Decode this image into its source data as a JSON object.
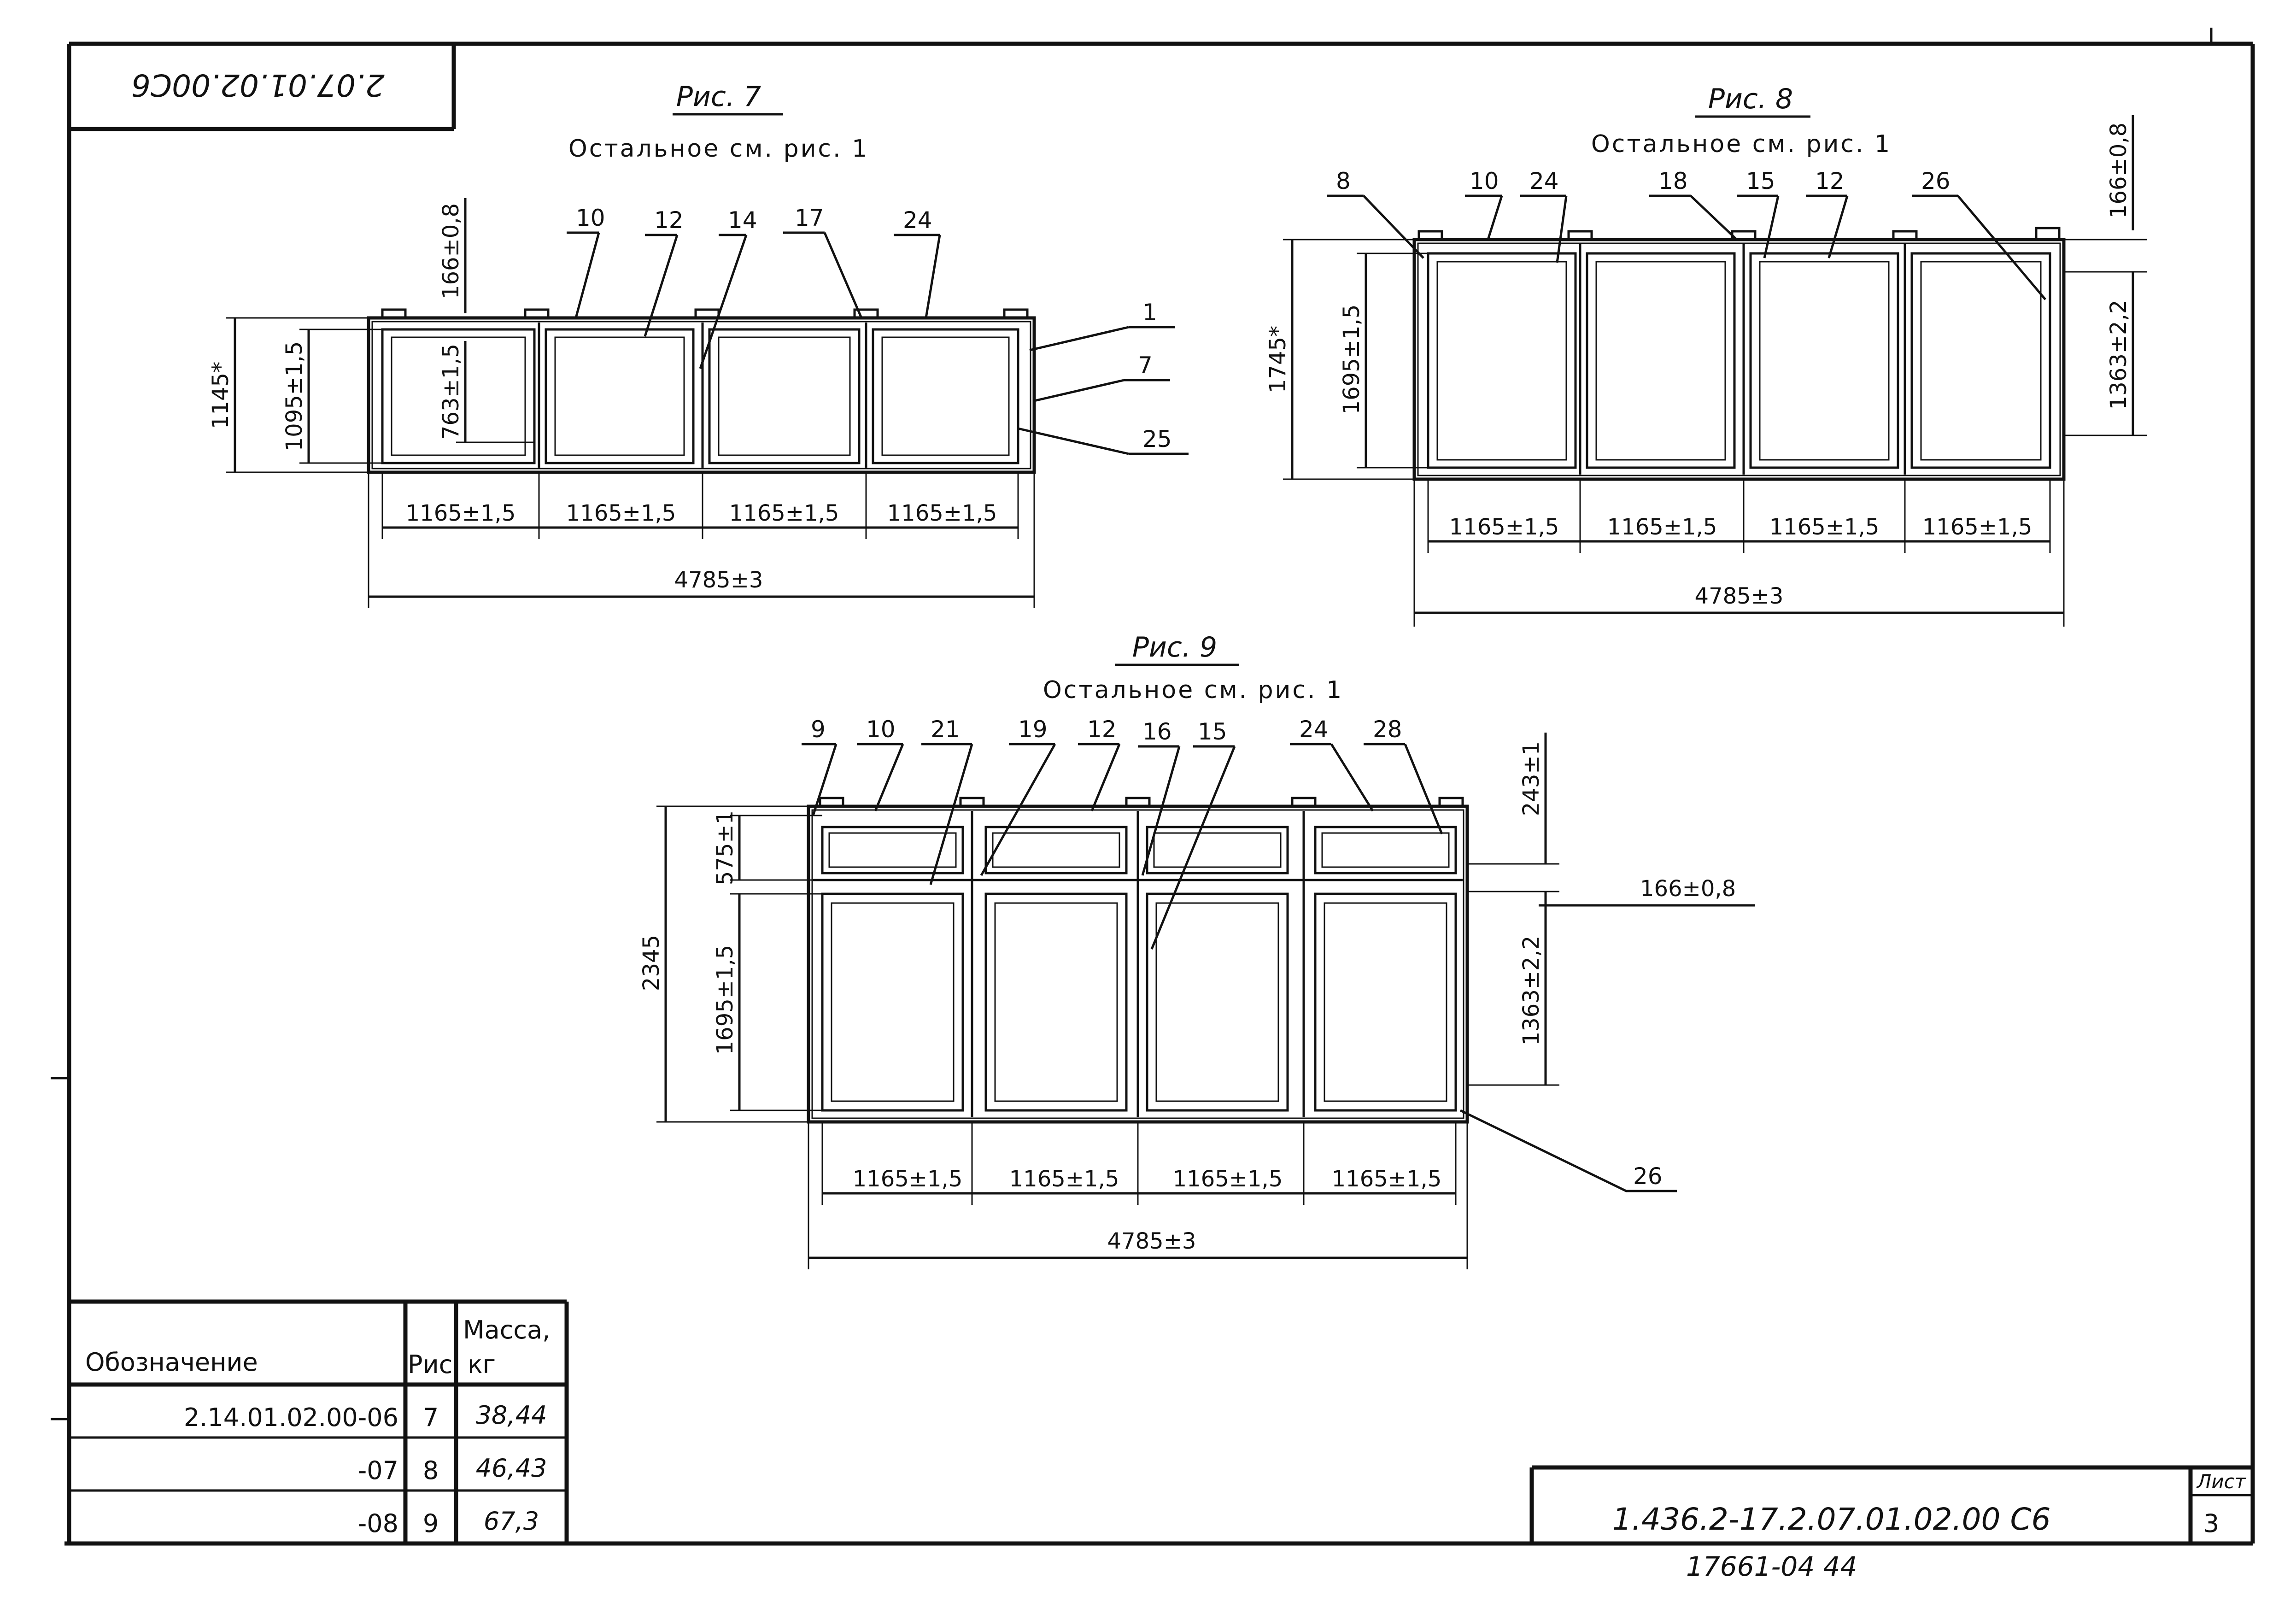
{
  "stamp_top": "2.07.01.02.00C6",
  "fig7": {
    "title": "Рис. 7",
    "subtitle": "Остальное см. рис. 1",
    "callouts": [
      "10",
      "12",
      "14",
      "17",
      "24",
      "1",
      "7",
      "25"
    ],
    "dims": {
      "h_top": "166±0,8",
      "h_mid": "763±1,5",
      "h_inner": "1095±1,5",
      "h_total": "1145*",
      "widths": [
        "1165±1,5",
        "1165±1,5",
        "1165±1,5",
        "1165±1,5"
      ],
      "total": "4785±3"
    }
  },
  "fig8": {
    "title": "Рис. 8",
    "subtitle": "Остальное см. рис. 1",
    "callouts": [
      "8",
      "10",
      "24",
      "18",
      "15",
      "12",
      "26"
    ],
    "dims": {
      "h_top": "166±0,8",
      "h_right": "1363±2,2",
      "h_inner": "1695±1,5",
      "h_total": "1745*",
      "widths": [
        "1165±1,5",
        "1165±1,5",
        "1165±1,5",
        "1165±1,5"
      ],
      "total": "4785±3"
    }
  },
  "fig9": {
    "title": "Рис. 9",
    "subtitle": "Остальное см. рис. 1",
    "callouts": [
      "9",
      "10",
      "21",
      "19",
      "12",
      "16",
      "15",
      "24",
      "28",
      "26"
    ],
    "dims": {
      "h_top_right": "243±1",
      "h_transom": "575±1",
      "h_mid_right": "166±0,8",
      "h_right": "1363±2,2",
      "h_inner": "1695±1,5",
      "h_total": "2345",
      "widths": [
        "1165±1,5",
        "1165±1,5",
        "1165±1,5",
        "1165±1,5"
      ],
      "total": "4785±3"
    }
  },
  "table": {
    "col_designation": "Обозначение",
    "col_fig": "Рис.",
    "col_mass": "Масса,",
    "col_mass_unit": "кг",
    "rows": [
      {
        "designation": "2.14.01.02.00-06",
        "fig": "7",
        "mass": "38,44"
      },
      {
        "designation": "-07",
        "fig": "8",
        "mass": "46,43"
      },
      {
        "designation": "-08",
        "fig": "9",
        "mass": "67,3"
      }
    ]
  },
  "titleblock": {
    "code": "1.436.2-17.2.07.01.02.00 С6",
    "sheet_label": "Лист",
    "sheet_number": "3",
    "inventory": "17661-04 44"
  }
}
